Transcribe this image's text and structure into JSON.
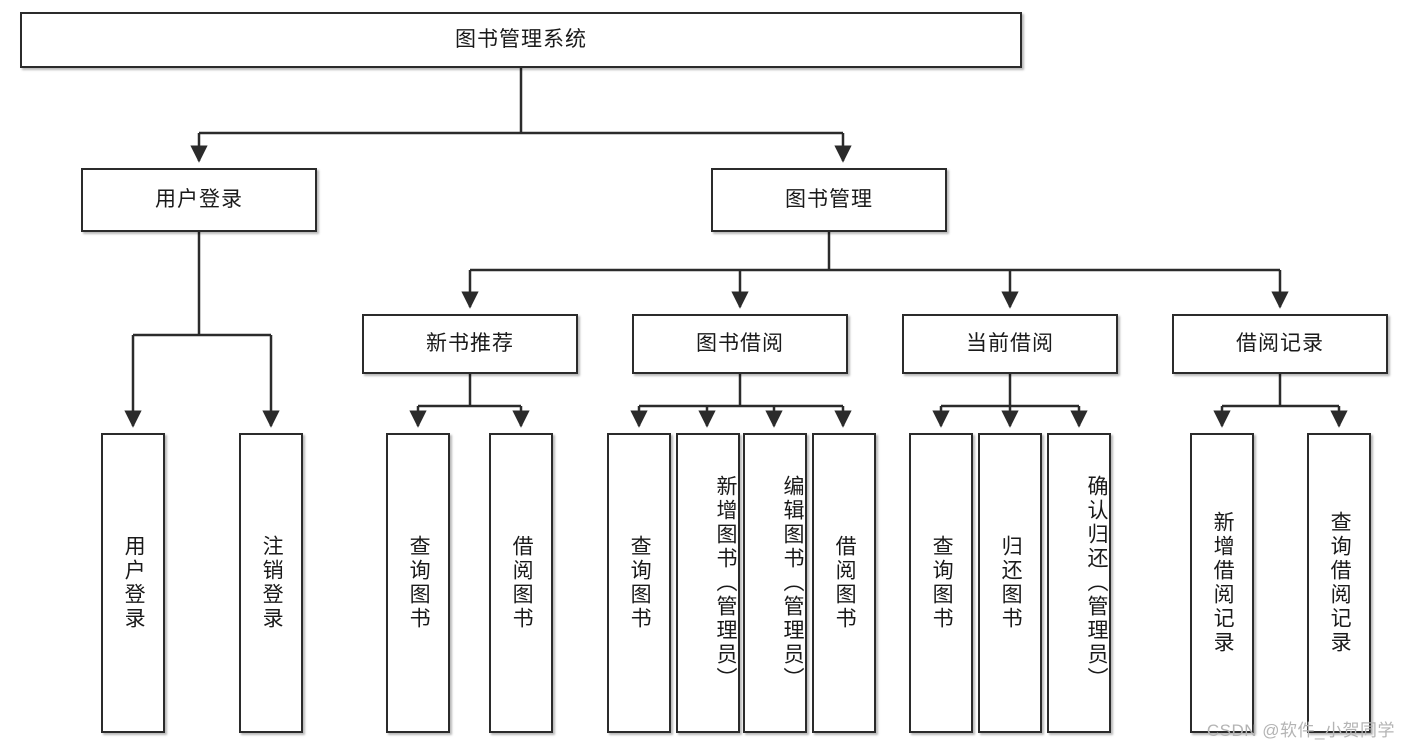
{
  "diagram": {
    "title": "图书管理系统",
    "type": "tree",
    "root": {
      "id": "root",
      "label": "图书管理系统"
    },
    "level2": [
      {
        "id": "user-login",
        "label": "用户登录"
      },
      {
        "id": "book-manage",
        "label": "图书管理"
      }
    ],
    "level3": [
      {
        "id": "new-book-recommend",
        "label": "新书推荐",
        "parent": "book-manage"
      },
      {
        "id": "book-borrow",
        "label": "图书借阅",
        "parent": "book-manage"
      },
      {
        "id": "current-borrow",
        "label": "当前借阅",
        "parent": "book-manage"
      },
      {
        "id": "borrow-record",
        "label": "借阅记录",
        "parent": "book-manage"
      }
    ],
    "leaves": {
      "user-login": [
        {
          "id": "leaf-user-login",
          "label": "用户登录"
        },
        {
          "id": "leaf-logout",
          "label": "注销登录"
        }
      ],
      "new-book-recommend": [
        {
          "id": "leaf-query-book-1",
          "label": "查询图书"
        },
        {
          "id": "leaf-borrow-book-1",
          "label": "借阅图书"
        }
      ],
      "book-borrow": [
        {
          "id": "leaf-query-book-2",
          "label": "查询图书"
        },
        {
          "id": "leaf-add-book",
          "label": "新增图书（管理员）"
        },
        {
          "id": "leaf-edit-book",
          "label": "编辑图书（管理员）"
        },
        {
          "id": "leaf-borrow-book-2",
          "label": "借阅图书"
        }
      ],
      "current-borrow": [
        {
          "id": "leaf-query-book-3",
          "label": "查询图书"
        },
        {
          "id": "leaf-return-book",
          "label": "归还图书"
        },
        {
          "id": "leaf-confirm-return",
          "label": "确认归还（管理员）"
        }
      ],
      "borrow-record": [
        {
          "id": "leaf-add-record",
          "label": "新增借阅记录"
        },
        {
          "id": "leaf-query-record",
          "label": "查询借阅记录"
        }
      ]
    },
    "watermark": "CSDN @软件_小贺同学",
    "colors": {
      "stroke": "#2b2b2b",
      "fill": "#ffffff",
      "text": "#1a1a1a",
      "watermark": "#b4b4b4"
    }
  }
}
